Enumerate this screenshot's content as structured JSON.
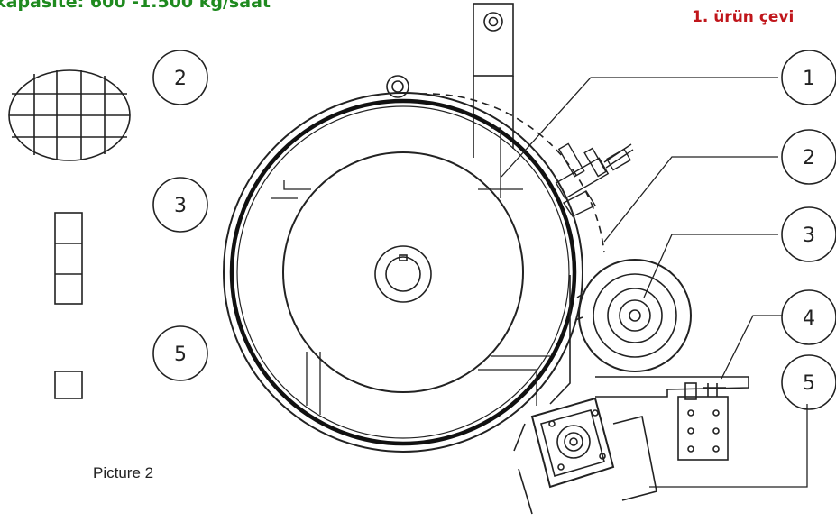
{
  "header": {
    "capacity_text": "kapasite: 600 -1.500 kg/saat",
    "capacity_color": "#1f8a1f",
    "step_text": "1.  ürün çevi",
    "step_color": "#c0161b"
  },
  "figure": {
    "caption": "Picture 2",
    "callouts_right": [
      "1",
      "2",
      "3",
      "4",
      "5"
    ],
    "callouts_left": [
      "2",
      "3",
      "5"
    ]
  }
}
